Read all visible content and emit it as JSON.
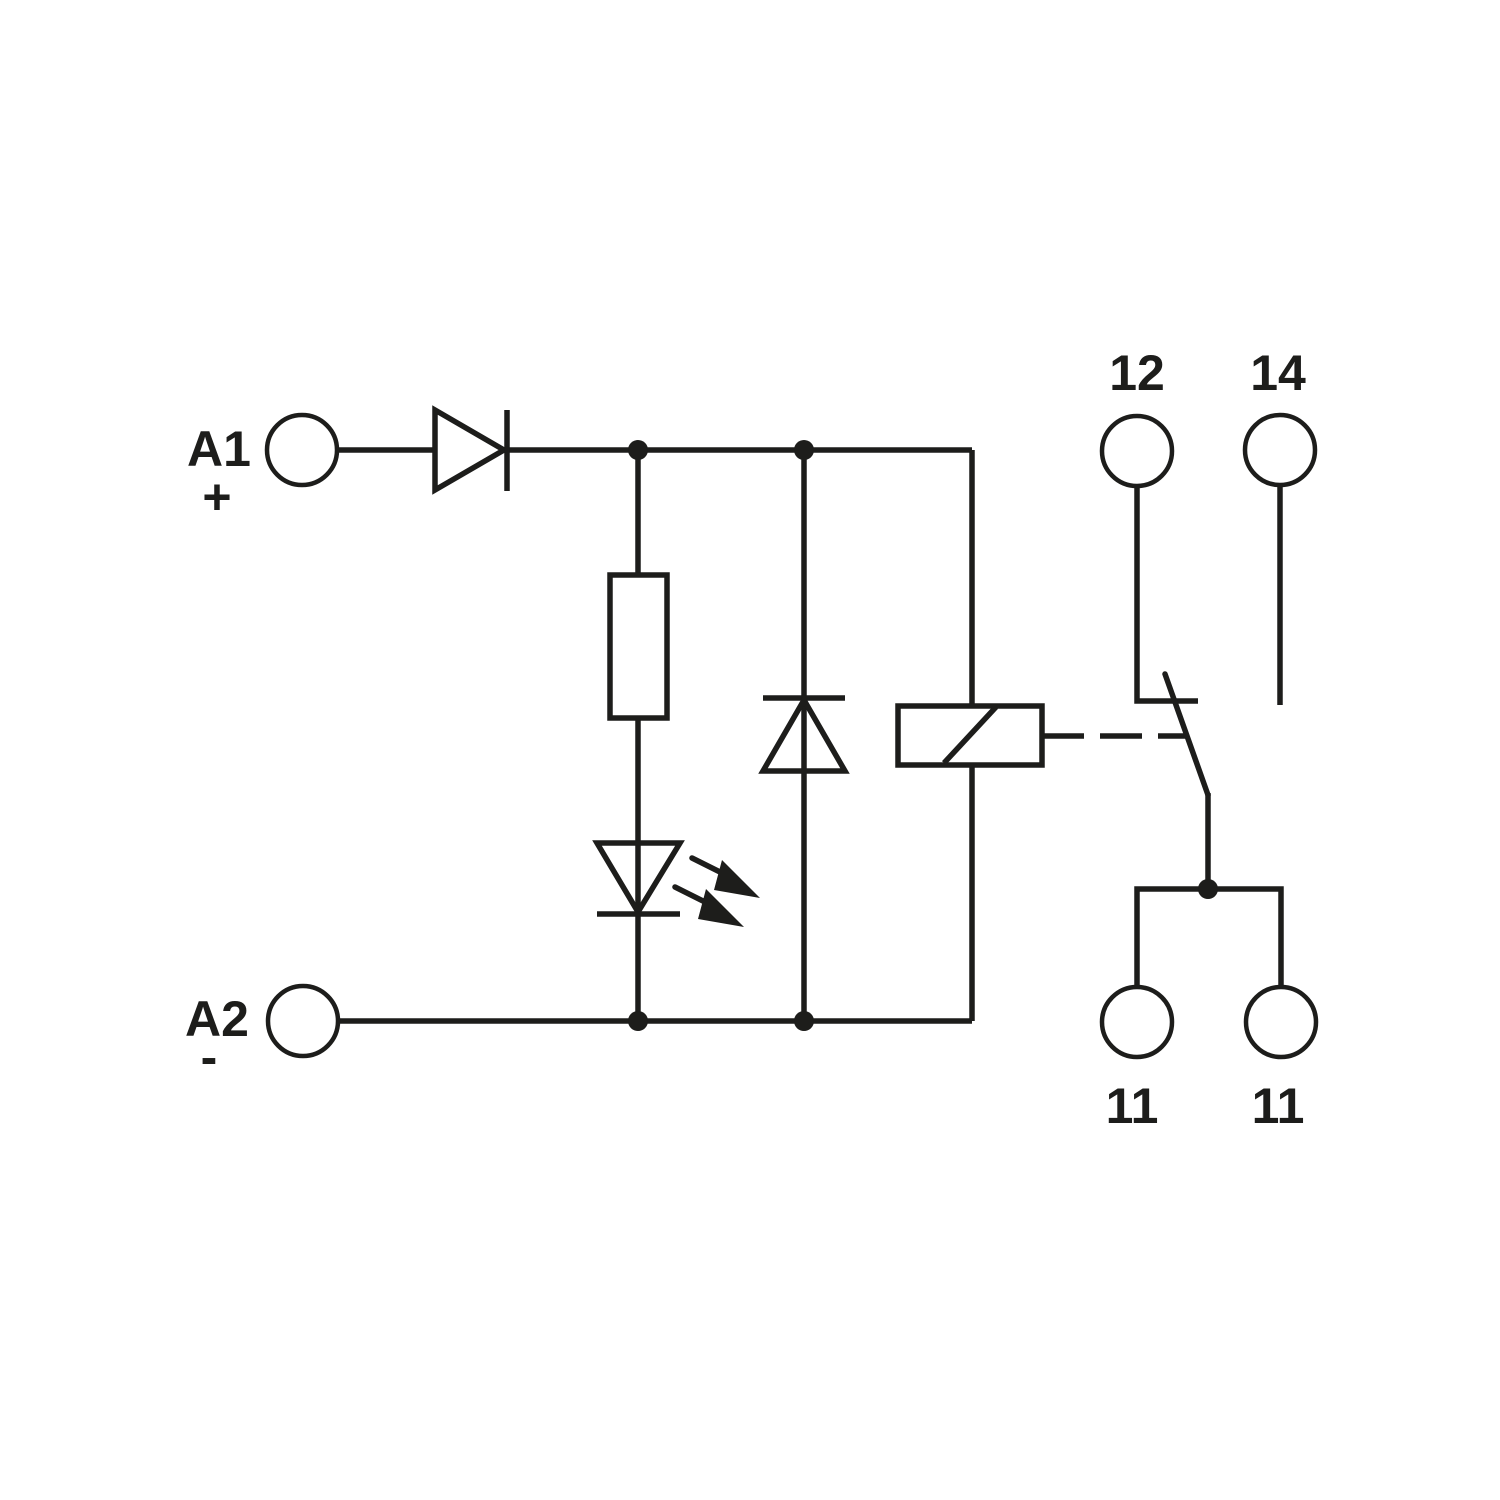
{
  "colors": {
    "line": "#1d1d1b",
    "background": "#ffffff"
  },
  "terminals": {
    "a1": {
      "label": "A1",
      "polarity": "+"
    },
    "a2": {
      "label": "A2",
      "polarity": "-"
    },
    "out12": {
      "label": "12"
    },
    "out14": {
      "label": "14"
    },
    "com11a": {
      "label": "11"
    },
    "com11b": {
      "label": "11"
    }
  }
}
